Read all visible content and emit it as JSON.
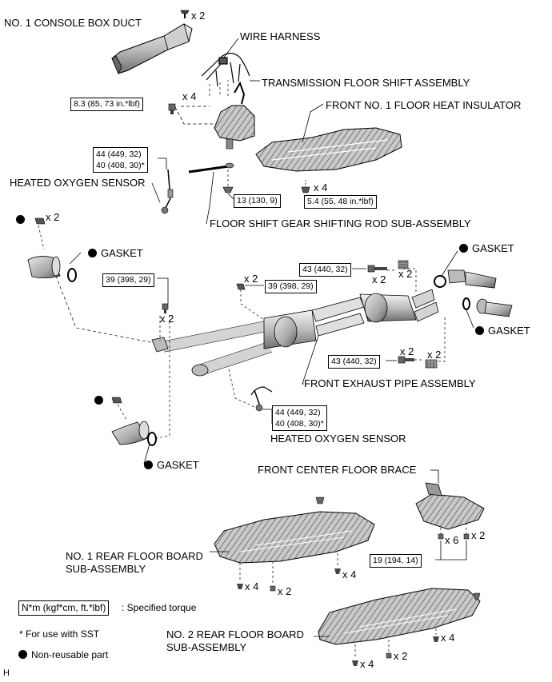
{
  "labels": {
    "console_box_duct": "NO. 1 CONSOLE BOX DUCT",
    "wire_harness": "WIRE HARNESS",
    "trans_floor_shift": "TRANSMISSION FLOOR SHIFT ASSEMBLY",
    "front_floor_heat_insulator": "FRONT NO. 1 FLOOR HEAT INSULATOR",
    "heated_o2_sensor_top": "HEATED OXYGEN SENSOR",
    "floor_shift_rod": "FLOOR SHIFT GEAR SHIFTING ROD SUB-ASSEMBLY",
    "gasket_left": "GASKET",
    "gasket_right_top": "GASKET",
    "gasket_right_bottom": "GASKET",
    "front_exhaust_pipe": "FRONT EXHAUST PIPE ASSEMBLY",
    "heated_o2_sensor_bottom": "HEATED OXYGEN SENSOR",
    "gasket_lower_left": "GASKET",
    "front_center_floor_brace": "FRONT CENTER FLOOR BRACE",
    "rear_floor_board_1_line1": "NO. 1 REAR FLOOR BOARD",
    "rear_floor_board_1_line2": "SUB-ASSEMBLY",
    "rear_floor_board_2_line1": "NO. 2 REAR FLOOR BOARD",
    "rear_floor_board_2_line2": "SUB-ASSEMBLY",
    "footer_code": "H"
  },
  "torques": {
    "shift_bolt": "8.3 (85, 73 in.*lbf)",
    "o2_top_line1": "44 (449, 32)",
    "o2_top_line2": "40 (408, 30)*",
    "rod_nut": "13 (130, 9)",
    "insulator_nut": "5.4 (55, 48 in.*lbf)",
    "pipe_left": "39 (398, 29)",
    "pipe_center": "39 (398, 29)",
    "pipe_right_top": "43 (440, 32)",
    "pipe_right_bottom": "43 (440, 32)",
    "o2_bottom_line1": "44 (449, 32)",
    "o2_bottom_line2": "40 (408, 30)*",
    "brace": "19 (194, 14)"
  },
  "quantities": {
    "duct_clip": "x 2",
    "shift_bolt": "x 4",
    "insulator_nut": "x 4",
    "left_nut": "x 2",
    "pipe_left_bolt": "x 2",
    "pipe_center_nut": "x 2",
    "pipe_right_bolt": "x 2",
    "pipe_right_spring": "x 2",
    "pipe_right_bottom_bolt": "x 2",
    "pipe_right_bottom_spring": "x 2",
    "brace_x6": "x 6",
    "brace_x2": "x 2",
    "rfb1_x4_right": "x 4",
    "rfb1_x4_left": "x 4",
    "rfb1_x2": "x 2",
    "rfb2_x4_right": "x 4",
    "rfb2_x4_left": "x 4",
    "rfb2_x2": "x 2"
  },
  "legend": {
    "torque_box": "N*m (kgf*cm, ft.*lbf)",
    "torque_desc": ": Specified torque",
    "sst": "* For use with SST",
    "non_reusable": "Non-reusable part"
  }
}
